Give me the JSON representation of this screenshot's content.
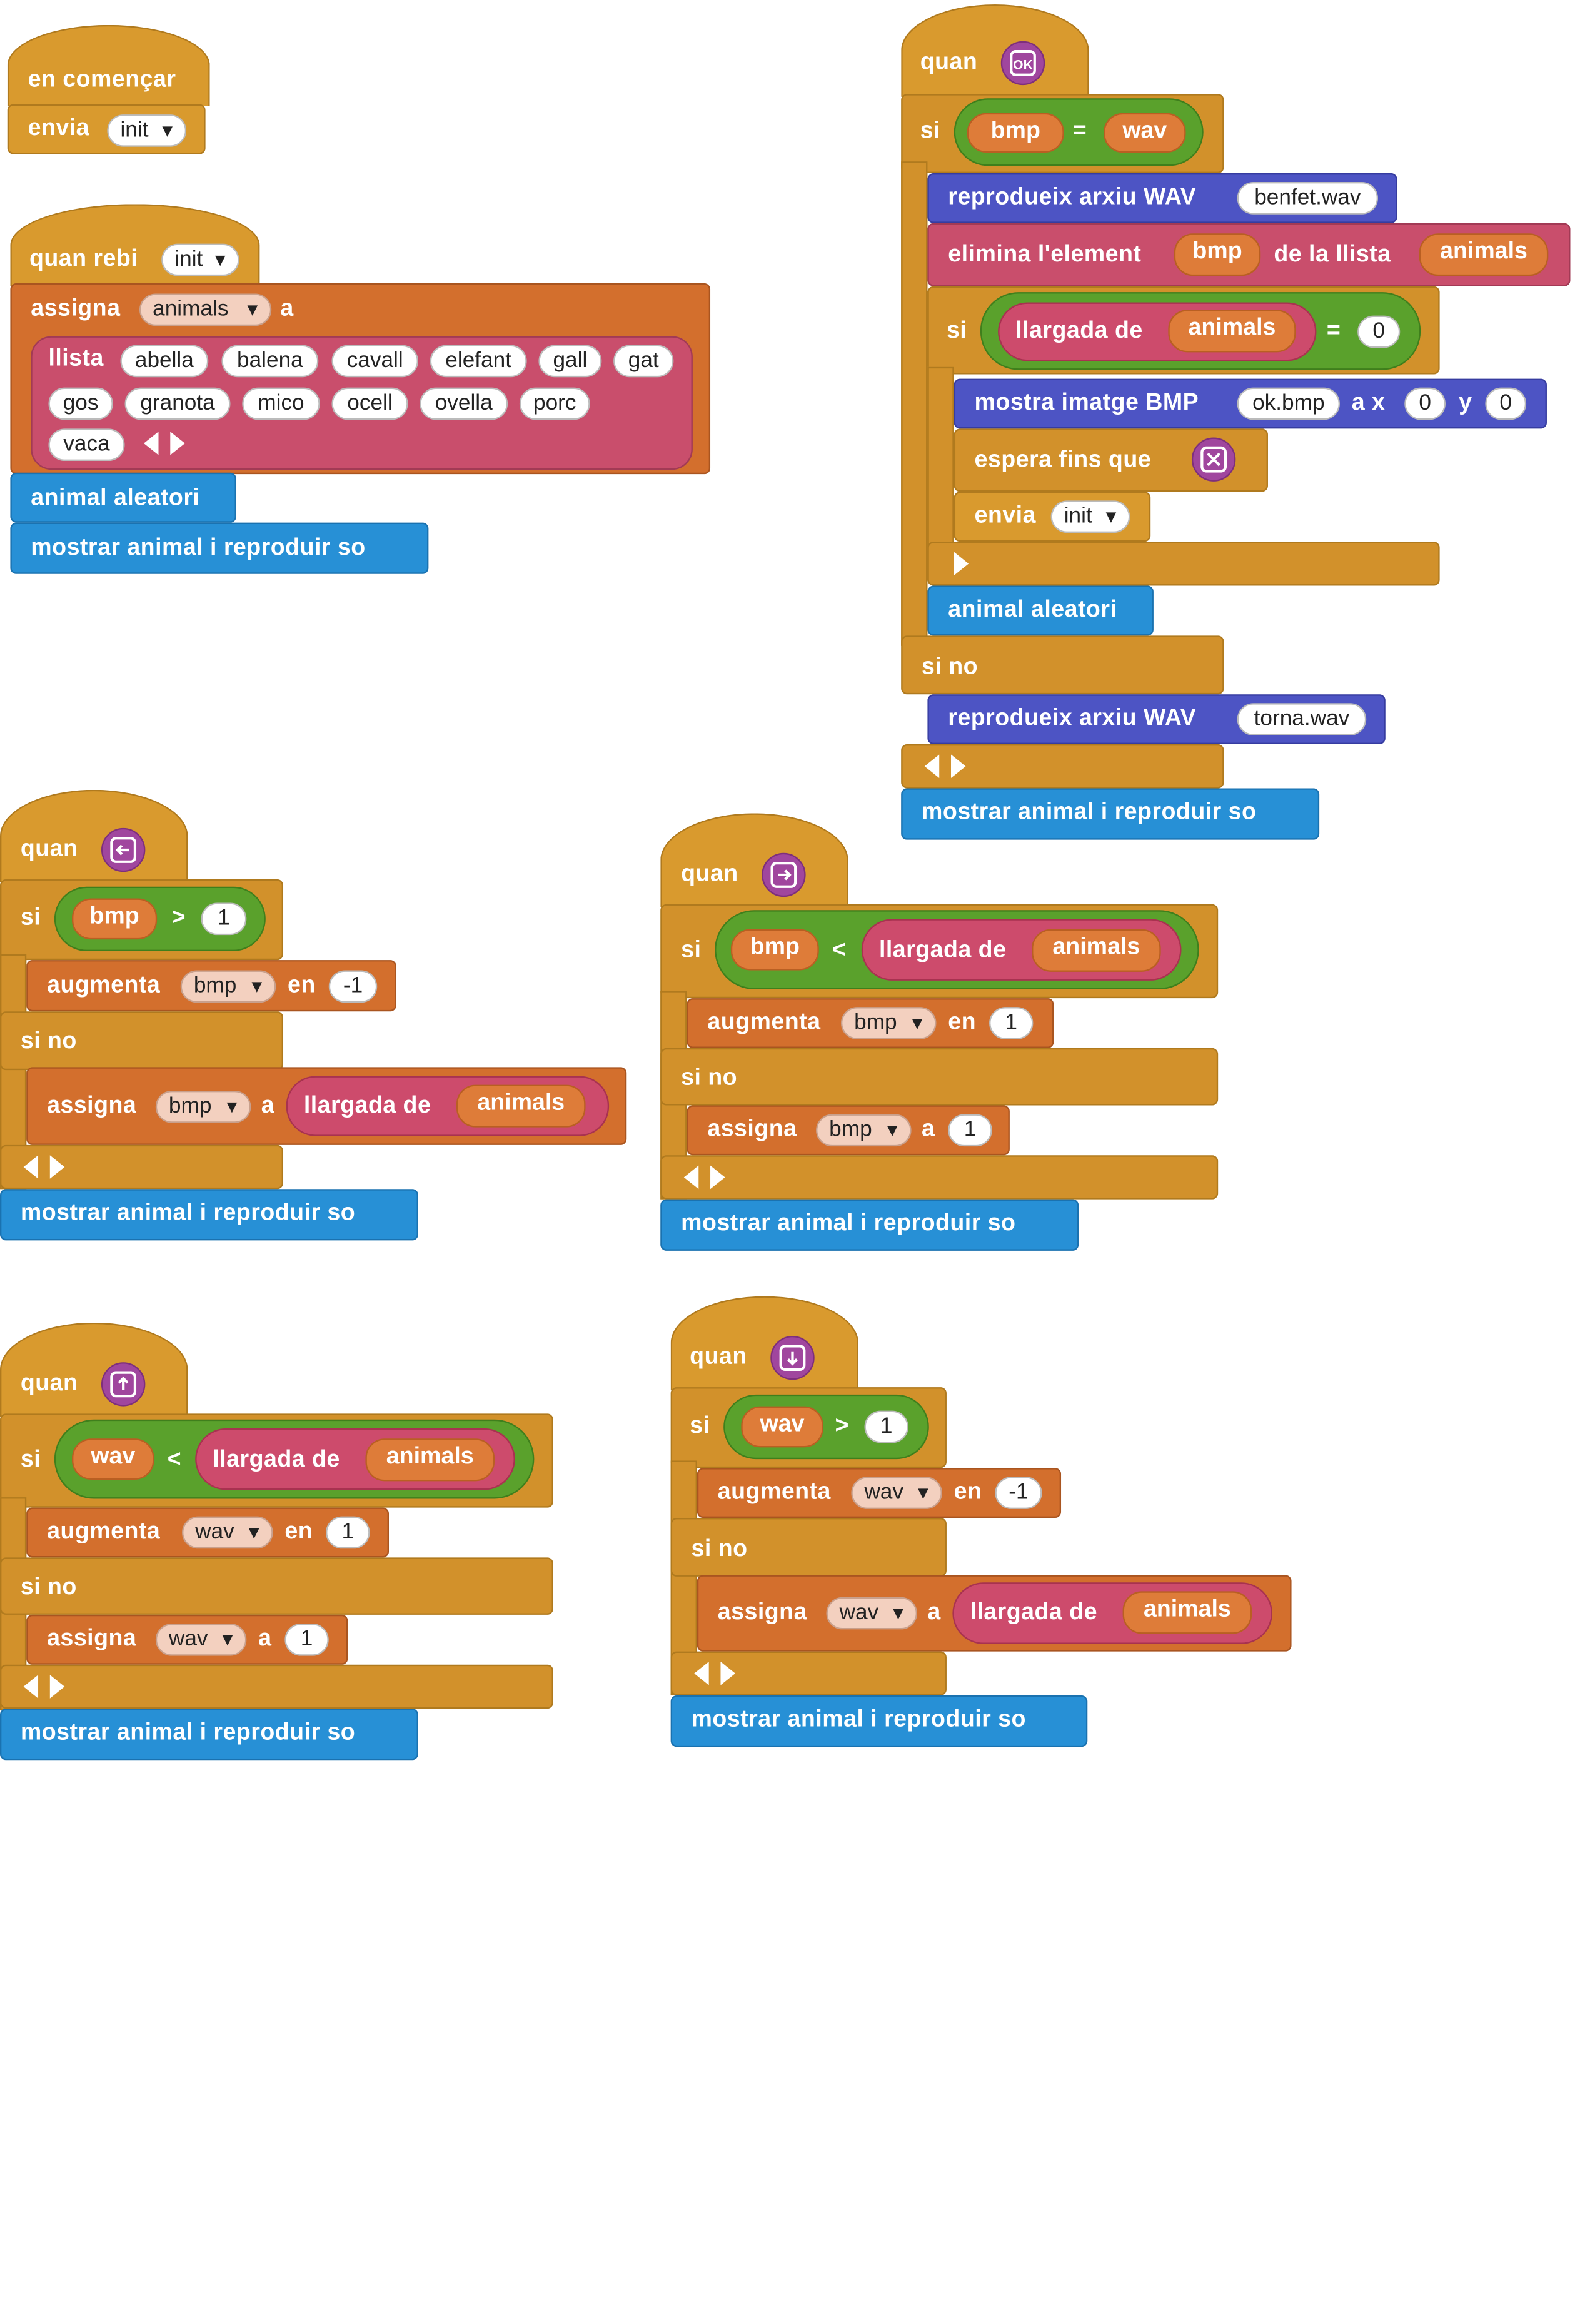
{
  "script_start": {
    "hat": "en començar",
    "send_label": "envia",
    "send_value": "init"
  },
  "script_init": {
    "hat": "quan rebi",
    "hat_value": "init",
    "assign_label": "assigna",
    "assign_var": "animals",
    "assign_to": "a",
    "list_label": "llista",
    "animals": [
      "abella",
      "balena",
      "cavall",
      "elefant",
      "gall",
      "gat",
      "gos",
      "granota",
      "mico",
      "ocell",
      "ovella",
      "porc",
      "vaca"
    ],
    "call1": "animal aleatori",
    "call2": "mostrar animal i reproduir so"
  },
  "script_ok": {
    "hat": "quan",
    "hat_key": "ok-key",
    "if_label": "si",
    "cond_left": "bmp",
    "cond_op": "=",
    "cond_right": "wav",
    "play_label": "reprodueix arxiu WAV",
    "play_file": "benfet.wav",
    "remove_label": "elimina l'element",
    "remove_var": "bmp",
    "remove_mid": "de la llista",
    "remove_list": "animals",
    "inner_if": "si",
    "length_label": "llargada de",
    "length_var": "animals",
    "eq_op": "=",
    "eq_val": "0",
    "show_label": "mostra imatge BMP",
    "show_file": "ok.bmp",
    "show_x_label": "a x",
    "show_x": "0",
    "show_y_label": "y",
    "show_y": "0",
    "wait_label": "espera fins que",
    "wait_key": "x-key",
    "send_label": "envia",
    "send_value": "init",
    "call_random": "animal aleatori",
    "else_label": "si no",
    "play2_label": "reprodueix arxiu WAV",
    "play2_file": "torna.wav",
    "call_show": "mostrar animal i reproduir so"
  },
  "script_left": {
    "hat": "quan",
    "hat_key": "left-arrow-key",
    "if_label": "si",
    "cond_var": "bmp",
    "cond_op": ">",
    "cond_val": "1",
    "inc_label": "augmenta",
    "inc_var": "bmp",
    "inc_by": "en",
    "inc_val": "-1",
    "else_label": "si no",
    "assign_label": "assigna",
    "assign_var": "bmp",
    "assign_to": "a",
    "length_label": "llargada de",
    "length_var": "animals",
    "call": "mostrar animal i reproduir so"
  },
  "script_right": {
    "hat": "quan",
    "hat_key": "right-arrow-key",
    "if_label": "si",
    "cond_var": "bmp",
    "cond_op": "<",
    "length_label": "llargada de",
    "length_var": "animals",
    "inc_label": "augmenta",
    "inc_var": "bmp",
    "inc_by": "en",
    "inc_val": "1",
    "else_label": "si no",
    "assign_label": "assigna",
    "assign_var": "bmp",
    "assign_to": "a",
    "assign_val": "1",
    "call": "mostrar animal i reproduir so"
  },
  "script_up": {
    "hat": "quan",
    "hat_key": "up-arrow-key",
    "if_label": "si",
    "cond_var": "wav",
    "cond_op": "<",
    "length_label": "llargada de",
    "length_var": "animals",
    "inc_label": "augmenta",
    "inc_var": "wav",
    "inc_by": "en",
    "inc_val": "1",
    "else_label": "si no",
    "assign_label": "assigna",
    "assign_var": "wav",
    "assign_to": "a",
    "assign_val": "1",
    "call": "mostrar animal i reproduir so"
  },
  "script_down": {
    "hat": "quan",
    "hat_key": "down-arrow-key",
    "if_label": "si",
    "cond_var": "wav",
    "cond_op": ">",
    "cond_val": "1",
    "inc_label": "augmenta",
    "inc_var": "wav",
    "inc_by": "en",
    "inc_val": "-1",
    "else_label": "si no",
    "assign_label": "assigna",
    "assign_var": "wav",
    "assign_to": "a",
    "length_label": "llargada de",
    "length_var": "animals",
    "call": "mostrar animal i reproduir so"
  },
  "colors": {
    "events": "#d99a2e",
    "control": "#d2912b",
    "variables": "#d36f2d",
    "lists": "#c94e6c",
    "operators": "#5aa12c",
    "procedures": "#2790d6",
    "sound": "#4d54c4",
    "keys": "#a0469e"
  }
}
